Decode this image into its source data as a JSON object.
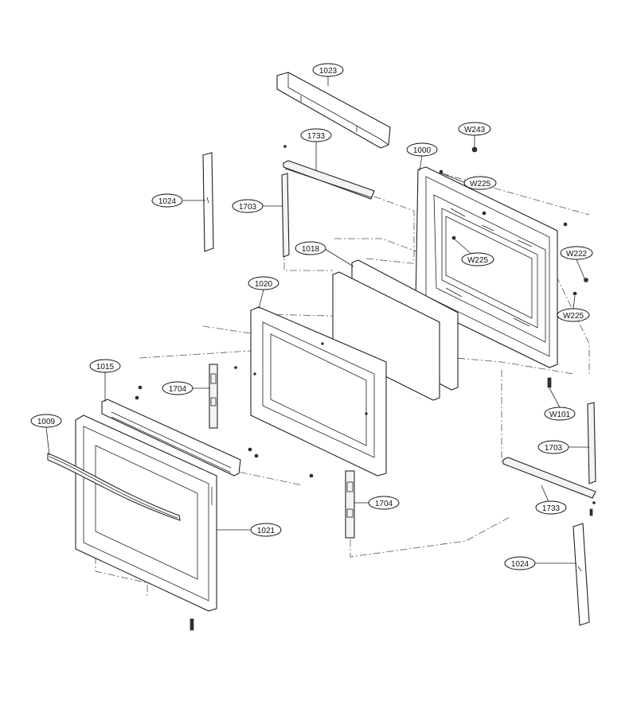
{
  "callouts": {
    "c1023": "1023",
    "c1733_top": "1733",
    "c1000": "1000",
    "cW243": "W243",
    "cW225_top": "W225",
    "c1024_top": "1024",
    "c1703_top": "1703",
    "c1018": "1018",
    "cW222": "W222",
    "cW225_mid": "W225",
    "cW225_right": "W225",
    "c1020": "1020",
    "c1015": "1015",
    "c1704_left": "1704",
    "cW101": "W101",
    "c1009": "1009",
    "c1703_right": "1703",
    "c1704_bottom": "1704",
    "c1733_right": "1733",
    "c1021": "1021",
    "c1024_bottom": "1024"
  }
}
